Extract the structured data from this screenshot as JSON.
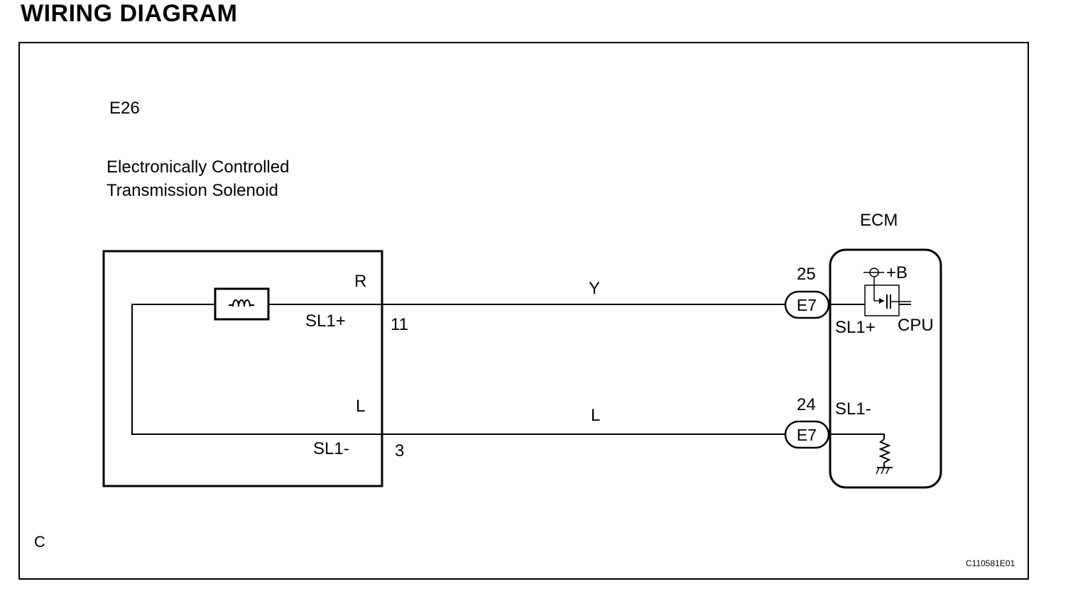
{
  "title": "WIRING DIAGRAM",
  "component": {
    "code": "E26",
    "name_line1": "Electronically Controlled",
    "name_line2": "Transmission Solenoid",
    "pin_top_color": "R",
    "pin_top_name": "SL1+",
    "pin_top_number": "11",
    "pin_bottom_color": "L",
    "pin_bottom_name": "SL1-",
    "pin_bottom_number": "3"
  },
  "wires": {
    "top_color": "Y",
    "bottom_color": "L"
  },
  "ecm": {
    "label": "ECM",
    "top_pin_number": "25",
    "top_connector": "E7",
    "top_terminal": "SL1+",
    "bottom_pin_number": "24",
    "bottom_connector": "E7",
    "bottom_terminal": "SL1-",
    "supply_label": "+B",
    "cpu_label": "CPU"
  },
  "footer": {
    "corner_letter": "C",
    "figure_code": "C110581E01"
  }
}
